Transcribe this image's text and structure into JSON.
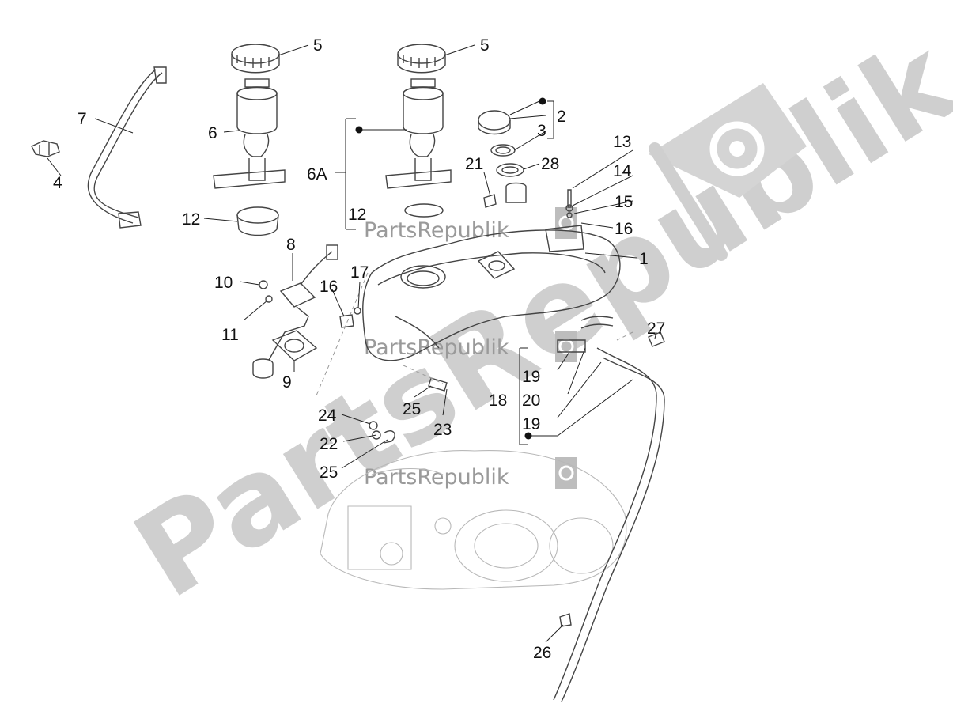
{
  "diagram": {
    "watermark": {
      "large": "PartsRepublik",
      "small": "PartsRepublik"
    },
    "callouts": [
      "1",
      "2",
      "3",
      "4",
      "5",
      "5",
      "6",
      "6A",
      "7",
      "8",
      "9",
      "10",
      "11",
      "12",
      "12",
      "13",
      "14",
      "15",
      "16",
      "16",
      "17",
      "18",
      "19",
      "19",
      "20",
      "21",
      "22",
      "23",
      "24",
      "25",
      "25",
      "26",
      "27",
      "28"
    ],
    "colors": {
      "line": "#444444",
      "watermark": "#cfcfcf",
      "text": "#111111"
    }
  }
}
